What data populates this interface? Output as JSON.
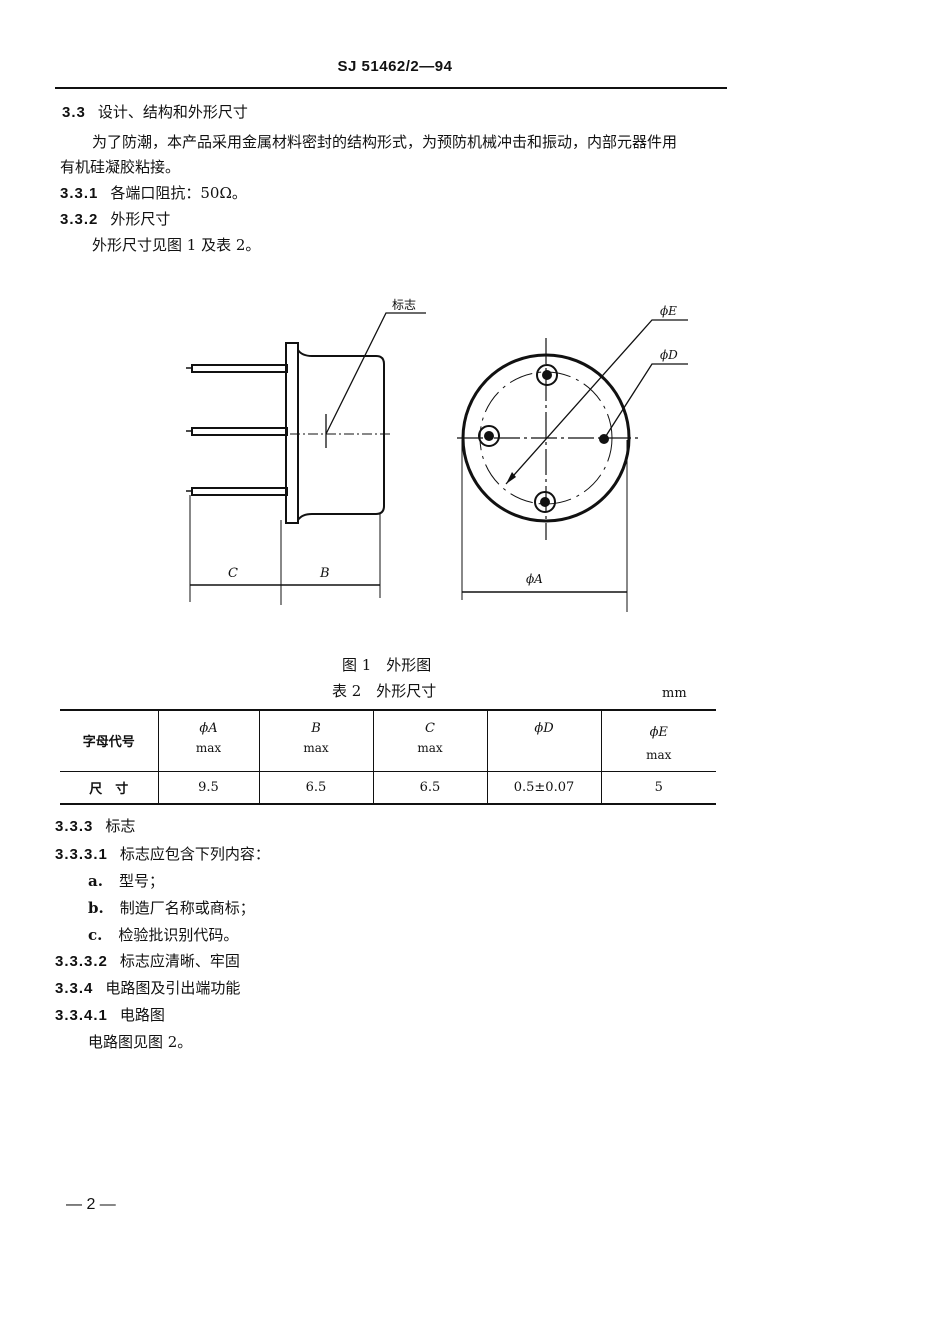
{
  "header": {
    "doc_id": "SJ 51462/2—94"
  },
  "sections": {
    "s3_3": {
      "num": "3.3",
      "title": "设计、结构和外形尺寸"
    },
    "s3_3_para_line1": "为了防潮，本产品采用金属材料密封的结构形式，为预防机械冲击和振动，内部元器件用",
    "s3_3_para_line2": "有机硅凝胶粘接。",
    "s3_3_1": {
      "num": "3.3.1",
      "title": "各端口阻抗：50Ω。"
    },
    "s3_3_2": {
      "num": "3.3.2",
      "title": "外形尺寸"
    },
    "s3_3_2_para": "外形尺寸见图 1 及表 2。",
    "s3_3_3": {
      "num": "3.3.3",
      "title": "标志"
    },
    "s3_3_3_1": {
      "num": "3.3.3.1",
      "title": "标志应包含下列内容："
    },
    "marking_items": [
      {
        "label": "a.",
        "text": "型号；"
      },
      {
        "label": "b.",
        "text": "制造厂名称或商标；"
      },
      {
        "label": "c.",
        "text": "检验批识别代码。"
      }
    ],
    "s3_3_3_2": {
      "num": "3.3.3.2",
      "title": "标志应清晰、牢固"
    },
    "s3_3_4": {
      "num": "3.3.4",
      "title": "电路图及引出端功能"
    },
    "s3_3_4_1": {
      "num": "3.3.4.1",
      "title": "电路图"
    },
    "s3_3_4_1_para": "电路图见图 2。"
  },
  "figure1": {
    "label_marking": "标志",
    "label_C": "C",
    "label_B": "B",
    "label_phiA": "ϕA",
    "label_phiD": "ϕD",
    "label_phiE": "ϕE",
    "caption": "图 1　外形图"
  },
  "table2": {
    "caption": "表 2　外形尺寸",
    "unit": "mm",
    "header_label": "字母代号",
    "columns": [
      {
        "symbol": "ϕA",
        "qualifier": "max"
      },
      {
        "symbol": "B",
        "qualifier": "max"
      },
      {
        "symbol": "C",
        "qualifier": "max"
      },
      {
        "symbol": "ϕD",
        "qualifier": ""
      },
      {
        "symbol": "ϕE",
        "qualifier": "max"
      }
    ],
    "row_label": "尺　寸",
    "values": [
      "9.5",
      "6.5",
      "6.5",
      "0.5±0.07",
      "5"
    ]
  },
  "footer": {
    "page": "— 2 —"
  }
}
